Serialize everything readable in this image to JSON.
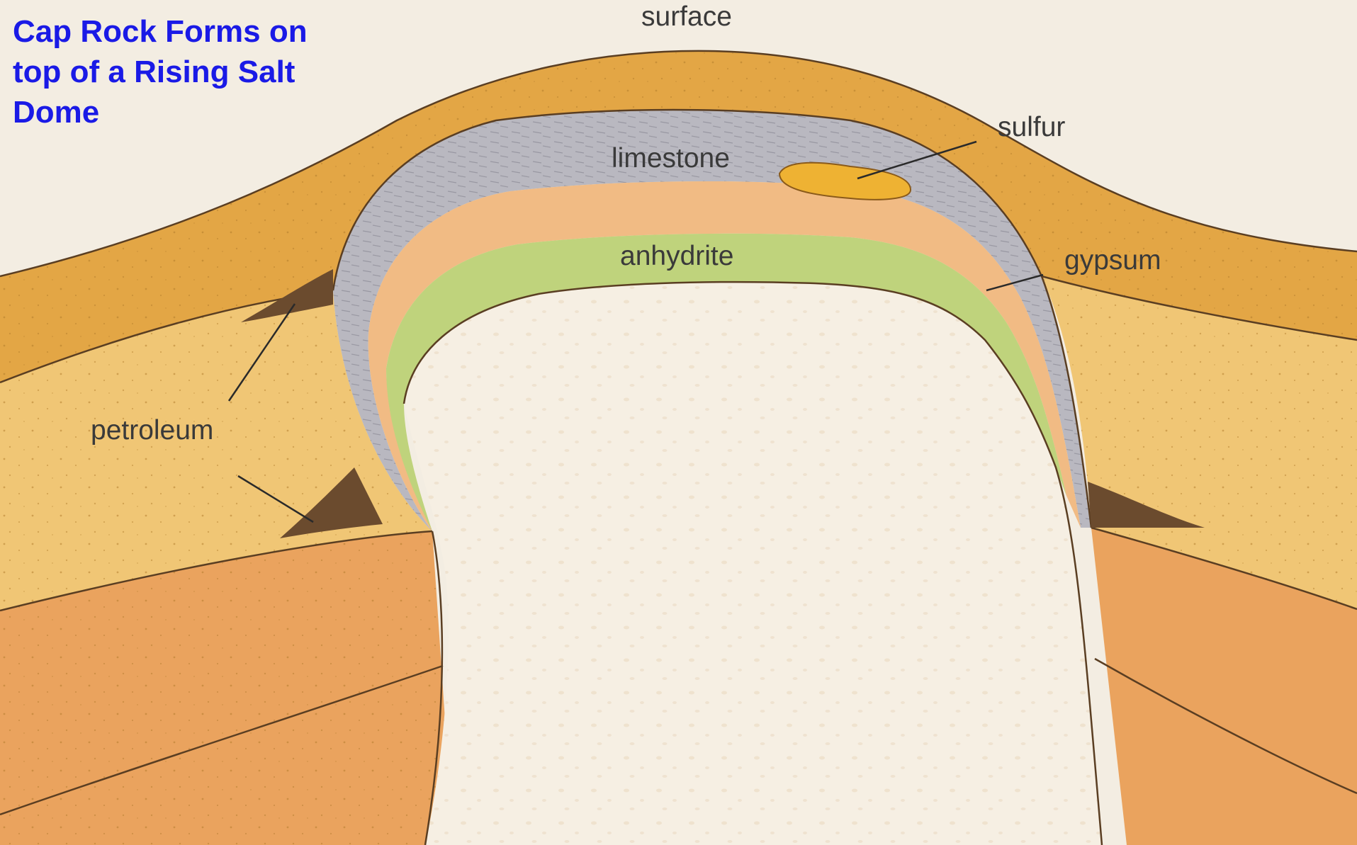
{
  "title": "Cap Rock Forms  on\ntop of a Rising Salt\nDome",
  "labels": {
    "surface": "surface",
    "sulfur": "sulfur",
    "limestone": "limestone",
    "anhydrite": "anhydrite",
    "gypsum": "gypsum",
    "petroleum": "petroleum"
  },
  "colors": {
    "title": "#1a1ae6",
    "background": "#f3ede2",
    "overburden": "#e3a645",
    "sediment": "#f0c675",
    "deep_sediment": "#eaa35e",
    "limestone": "#b9b8c0",
    "gypsum": "#f1bb84",
    "anhydrite": "#bfd37c",
    "salt": "#f6efe3",
    "sulfur": "#eeb233",
    "petroleum": "#6b4b2e"
  }
}
